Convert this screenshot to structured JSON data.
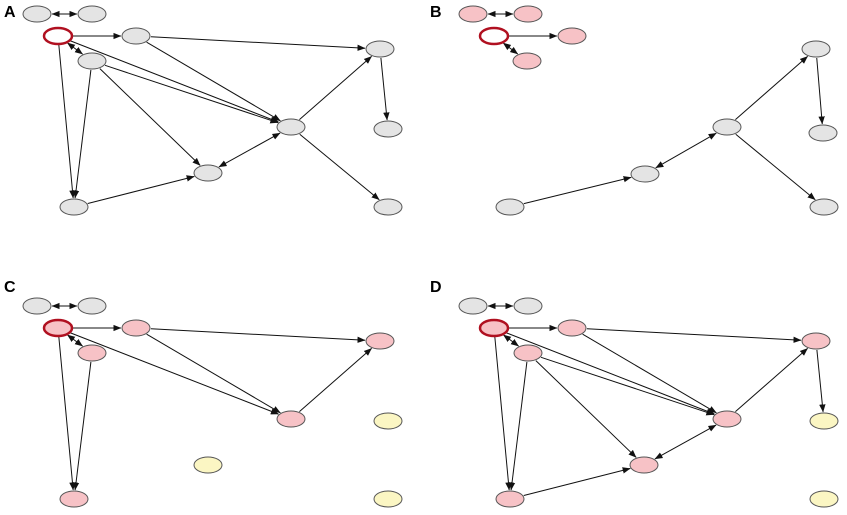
{
  "figure": {
    "colors": {
      "gray_fill": "#e4e4e4",
      "pink_fill": "#f7c2c6",
      "yellow_fill": "#fbf6c3",
      "node_stroke": "#555555",
      "highlight_stroke": "#b01020",
      "edge": "#111111"
    },
    "panels": [
      {
        "label": "A",
        "nodes": [
          {
            "id": "a1",
            "fill": "gray"
          },
          {
            "id": "a2",
            "fill": "gray"
          },
          {
            "id": "src",
            "fill": "white",
            "highlight": true
          },
          {
            "id": "n2",
            "fill": "gray"
          },
          {
            "id": "n3",
            "fill": "gray"
          },
          {
            "id": "ne",
            "fill": "gray"
          },
          {
            "id": "ne2",
            "fill": "gray"
          },
          {
            "id": "hub",
            "fill": "gray"
          },
          {
            "id": "mid",
            "fill": "gray"
          },
          {
            "id": "se",
            "fill": "gray"
          },
          {
            "id": "bl",
            "fill": "gray"
          }
        ],
        "edges": [
          {
            "from": "a1",
            "to": "a2",
            "bi": true
          },
          {
            "from": "src",
            "to": "n2"
          },
          {
            "from": "src",
            "to": "n3",
            "bi": true
          },
          {
            "from": "n2",
            "to": "ne"
          },
          {
            "from": "n2",
            "to": "hub"
          },
          {
            "from": "src",
            "to": "hub"
          },
          {
            "from": "n3",
            "to": "hub"
          },
          {
            "from": "n3",
            "to": "mid"
          },
          {
            "from": "n3",
            "to": "bl"
          },
          {
            "from": "src",
            "to": "bl"
          },
          {
            "from": "bl",
            "to": "mid"
          },
          {
            "from": "mid",
            "to": "hub",
            "bi": true
          },
          {
            "from": "hub",
            "to": "ne"
          },
          {
            "from": "ne",
            "to": "ne2"
          },
          {
            "from": "hub",
            "to": "se"
          }
        ]
      },
      {
        "label": "B",
        "nodes": [
          {
            "id": "a1",
            "fill": "pink"
          },
          {
            "id": "a2",
            "fill": "pink"
          },
          {
            "id": "src",
            "fill": "white",
            "highlight": true
          },
          {
            "id": "n2",
            "fill": "pink"
          },
          {
            "id": "n3",
            "fill": "pink"
          },
          {
            "id": "ne",
            "fill": "gray"
          },
          {
            "id": "ne2",
            "fill": "gray"
          },
          {
            "id": "hub",
            "fill": "gray"
          },
          {
            "id": "mid",
            "fill": "gray"
          },
          {
            "id": "se",
            "fill": "gray"
          },
          {
            "id": "bl",
            "fill": "gray"
          }
        ],
        "edges": [
          {
            "from": "a1",
            "to": "a2",
            "bi": true
          },
          {
            "from": "src",
            "to": "n2"
          },
          {
            "from": "src",
            "to": "n3",
            "bi": true
          },
          {
            "from": "bl",
            "to": "mid"
          },
          {
            "from": "mid",
            "to": "hub",
            "bi": true
          },
          {
            "from": "hub",
            "to": "ne"
          },
          {
            "from": "ne",
            "to": "ne2"
          },
          {
            "from": "hub",
            "to": "se"
          }
        ]
      },
      {
        "label": "C",
        "nodes": [
          {
            "id": "a1",
            "fill": "gray"
          },
          {
            "id": "a2",
            "fill": "gray"
          },
          {
            "id": "src",
            "fill": "pink",
            "highlight": true
          },
          {
            "id": "n2",
            "fill": "pink"
          },
          {
            "id": "n3",
            "fill": "pink"
          },
          {
            "id": "ne",
            "fill": "pink"
          },
          {
            "id": "ne2",
            "fill": "yellow"
          },
          {
            "id": "hub",
            "fill": "pink"
          },
          {
            "id": "mid",
            "fill": "yellow"
          },
          {
            "id": "se",
            "fill": "yellow"
          },
          {
            "id": "bl",
            "fill": "pink"
          }
        ],
        "edges": [
          {
            "from": "a1",
            "to": "a2",
            "bi": true
          },
          {
            "from": "src",
            "to": "n2"
          },
          {
            "from": "src",
            "to": "n3",
            "bi": true
          },
          {
            "from": "n2",
            "to": "ne"
          },
          {
            "from": "n2",
            "to": "hub"
          },
          {
            "from": "src",
            "to": "hub"
          },
          {
            "from": "n3",
            "to": "bl"
          },
          {
            "from": "src",
            "to": "bl"
          },
          {
            "from": "hub",
            "to": "ne"
          }
        ]
      },
      {
        "label": "D",
        "nodes": [
          {
            "id": "a1",
            "fill": "gray"
          },
          {
            "id": "a2",
            "fill": "gray"
          },
          {
            "id": "src",
            "fill": "pink",
            "highlight": true
          },
          {
            "id": "n2",
            "fill": "pink"
          },
          {
            "id": "n3",
            "fill": "pink"
          },
          {
            "id": "ne",
            "fill": "pink"
          },
          {
            "id": "ne2",
            "fill": "yellow"
          },
          {
            "id": "hub",
            "fill": "pink"
          },
          {
            "id": "mid",
            "fill": "pink"
          },
          {
            "id": "se",
            "fill": "yellow"
          },
          {
            "id": "bl",
            "fill": "pink"
          }
        ],
        "edges": [
          {
            "from": "a1",
            "to": "a2",
            "bi": true
          },
          {
            "from": "src",
            "to": "n2"
          },
          {
            "from": "src",
            "to": "n3",
            "bi": true
          },
          {
            "from": "n2",
            "to": "ne"
          },
          {
            "from": "n2",
            "to": "hub"
          },
          {
            "from": "src",
            "to": "hub"
          },
          {
            "from": "n3",
            "to": "hub"
          },
          {
            "from": "n3",
            "to": "mid"
          },
          {
            "from": "n3",
            "to": "bl"
          },
          {
            "from": "src",
            "to": "bl"
          },
          {
            "from": "bl",
            "to": "mid"
          },
          {
            "from": "mid",
            "to": "hub",
            "bi": true
          },
          {
            "from": "hub",
            "to": "ne"
          },
          {
            "from": "ne",
            "to": "ne2"
          }
        ]
      }
    ]
  }
}
